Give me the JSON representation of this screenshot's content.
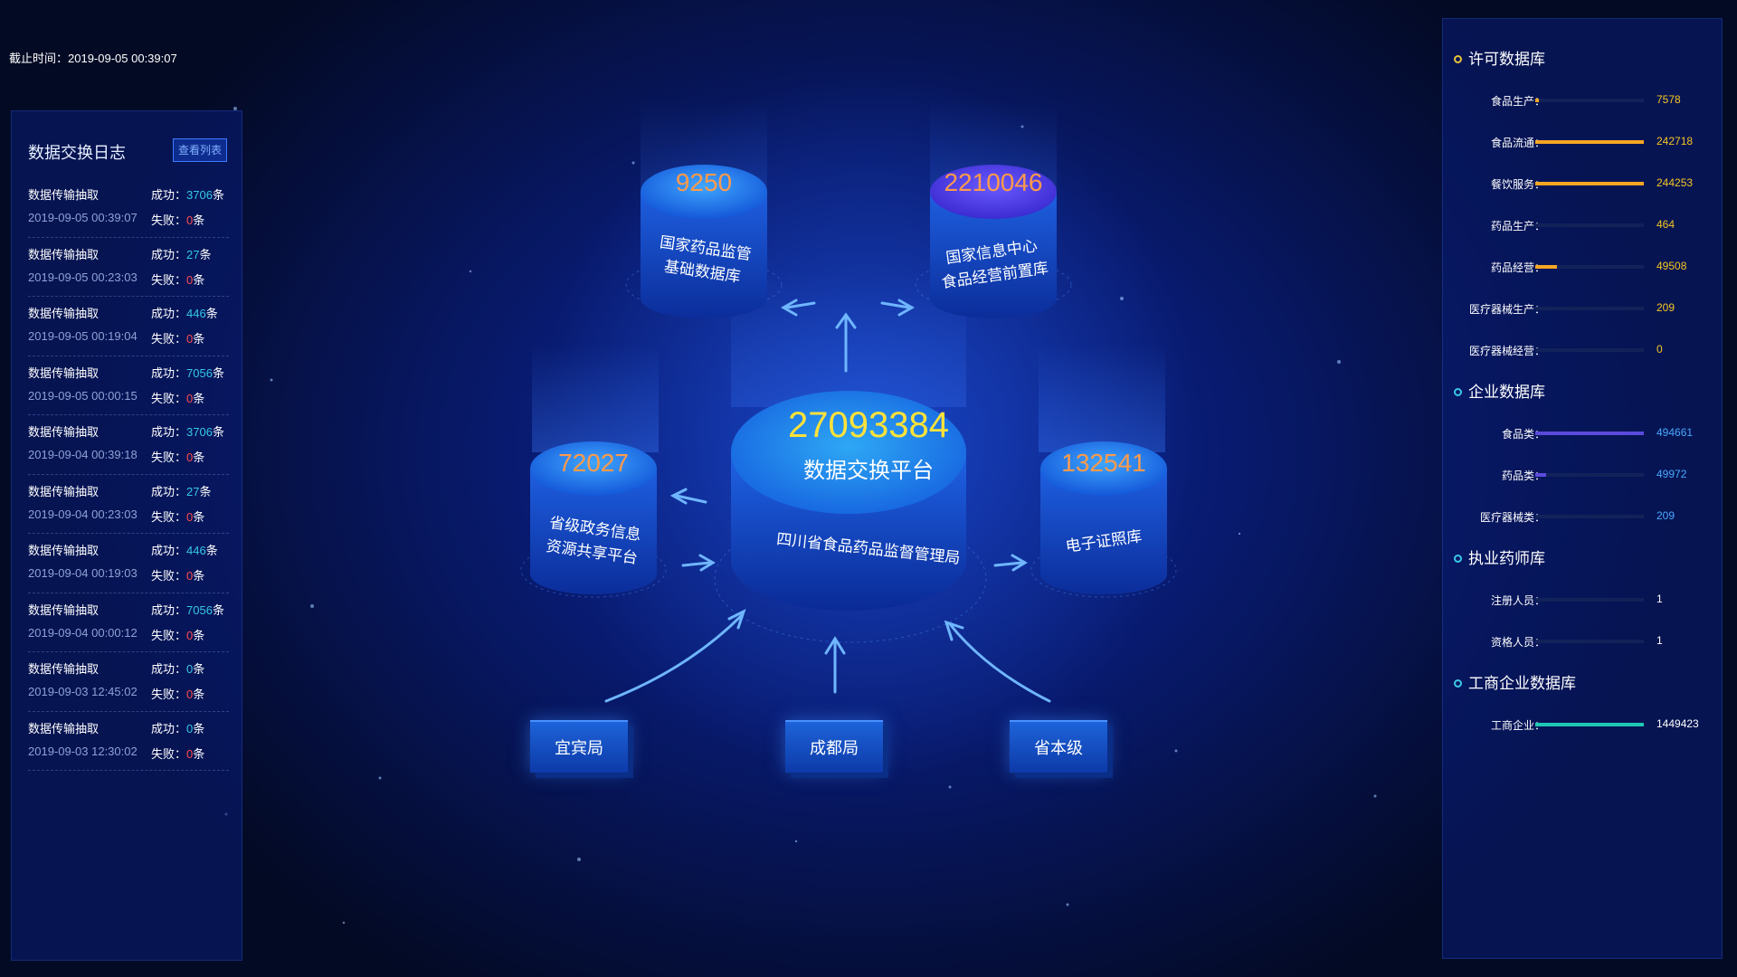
{
  "header": {
    "timestamp": "截止时间：2019-09-05 00:39:07"
  },
  "left_panel": {
    "title": "数据交换日志",
    "view_list_button": "查看列表",
    "success_label": "成功：",
    "fail_label": "失败：",
    "unit": "条",
    "logs": [
      {
        "name": "数据传输抽取",
        "time": "2019-09-05 00:39:07",
        "success": "3706",
        "fail": "0"
      },
      {
        "name": "数据传输抽取",
        "time": "2019-09-05 00:23:03",
        "success": "27",
        "fail": "0"
      },
      {
        "name": "数据传输抽取",
        "time": "2019-09-05 00:19:04",
        "success": "446",
        "fail": "0"
      },
      {
        "name": "数据传输抽取",
        "time": "2019-09-05 00:00:15",
        "success": "7056",
        "fail": "0"
      },
      {
        "name": "数据传输抽取",
        "time": "2019-09-04 00:39:18",
        "success": "3706",
        "fail": "0"
      },
      {
        "name": "数据传输抽取",
        "time": "2019-09-04 00:23:03",
        "success": "27",
        "fail": "0"
      },
      {
        "name": "数据传输抽取",
        "time": "2019-09-04 00:19:03",
        "success": "446",
        "fail": "0"
      },
      {
        "name": "数据传输抽取",
        "time": "2019-09-04 00:00:12",
        "success": "7056",
        "fail": "0"
      },
      {
        "name": "数据传输抽取",
        "time": "2019-09-03 12:45:02",
        "success": "0",
        "fail": "0"
      },
      {
        "name": "数据传输抽取",
        "time": "2019-09-03 12:30:02",
        "success": "0",
        "fail": "0"
      }
    ]
  },
  "center": {
    "main": {
      "value": "27093384",
      "title": "数据交换平台",
      "subtitle": "四川省食品药品监督管理局"
    },
    "nodes": [
      {
        "id": "top-left",
        "value": "9250",
        "line1": "国家药品监管",
        "line2": "基础数据库"
      },
      {
        "id": "top-right",
        "value": "2210046",
        "line1": "国家信息中心",
        "line2": "食品经营前置库"
      },
      {
        "id": "mid-left",
        "value": "72027",
        "line1": "省级政务信息",
        "line2": "资源共享平台"
      },
      {
        "id": "mid-right",
        "value": "132541",
        "line1": "电子证照库",
        "line2": ""
      }
    ],
    "bureaus": [
      "宜宾局",
      "成都局",
      "省本级"
    ]
  },
  "right_panel": {
    "sections": [
      {
        "title": "许可数据库",
        "dot_color": "#e8c33a",
        "metrics": [
          {
            "label": "食品生产：",
            "value": "7578",
            "fill": 0.03,
            "color": "#f5a623",
            "value_color": "#f5c623"
          },
          {
            "label": "食品流通：",
            "value": "242718",
            "fill": 1.0,
            "color": "#f5a623",
            "value_color": "#f5c623"
          },
          {
            "label": "餐饮服务：",
            "value": "244253",
            "fill": 1.0,
            "color": "#f5a623",
            "value_color": "#f5c623"
          },
          {
            "label": "药品生产：",
            "value": "464",
            "fill": 0.0,
            "color": "#f5a623",
            "value_color": "#f5c623"
          },
          {
            "label": "药品经营：",
            "value": "49508",
            "fill": 0.2,
            "color": "#f5a623",
            "value_color": "#f5c623"
          },
          {
            "label": "医疗器械生产：",
            "value": "209",
            "fill": 0.0,
            "color": "#f5a623",
            "value_color": "#f5c623"
          },
          {
            "label": "医疗器械经营：",
            "value": "0",
            "fill": 0.0,
            "color": "#f5a623",
            "value_color": "#f5c623"
          }
        ]
      },
      {
        "title": "企业数据库",
        "dot_color": "#3ac8e8",
        "metrics": [
          {
            "label": "食品类：",
            "value": "494661",
            "fill": 1.0,
            "color": "#5b4bdc",
            "value_color": "#4aa8ff"
          },
          {
            "label": "药品类：",
            "value": "49972",
            "fill": 0.1,
            "color": "#5b4bdc",
            "value_color": "#4aa8ff"
          },
          {
            "label": "医疗器械类：",
            "value": "209",
            "fill": 0.0,
            "color": "#5b4bdc",
            "value_color": "#4aa8ff"
          }
        ]
      },
      {
        "title": "执业药师库",
        "dot_color": "#3ac8e8",
        "metrics": [
          {
            "label": "注册人员：",
            "value": "1",
            "fill": 0.0,
            "color": "#3ac8e8",
            "value_color": "#ffffff"
          },
          {
            "label": "资格人员：",
            "value": "1",
            "fill": 0.0,
            "color": "#3ac8e8",
            "value_color": "#ffffff"
          }
        ]
      },
      {
        "title": "工商企业数据库",
        "dot_color": "#3ac8e8",
        "metrics": [
          {
            "label": "工商企业：",
            "value": "1449423",
            "fill": 1.0,
            "color": "#1fc7b4",
            "value_color": "#ffffff"
          }
        ]
      }
    ]
  }
}
